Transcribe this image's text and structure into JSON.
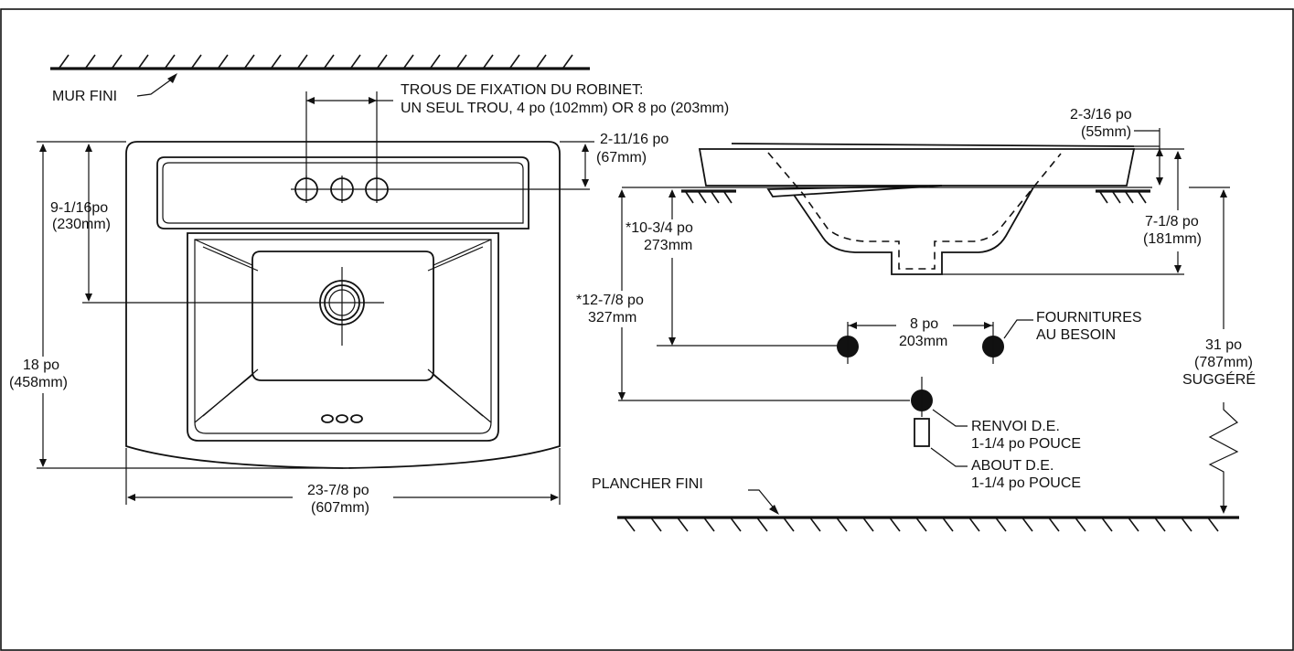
{
  "labels": {
    "wall": "MUR FINI",
    "faucet_title": "TROUS DE FIXATION DU ROBINET:",
    "faucet_detail": "UN SEUL TROU, 4 po (102mm) OR 8 po (203mm)",
    "dim_2_11_16_a": "2-11/16 po",
    "dim_2_11_16_b": "(67mm)",
    "dim_9_1_16_a": "9-1/16po",
    "dim_9_1_16_b": "(230mm)",
    "dim_18_a": "18 po",
    "dim_18_b": "(458mm)",
    "dim_23_7_8_a": "23-7/8 po",
    "dim_23_7_8_b": "(607mm)",
    "dim_2_3_16_a": "2-3/16 po",
    "dim_2_3_16_b": "(55mm)",
    "dim_7_1_8_a": "7-1/8 po",
    "dim_7_1_8_b": "(181mm)",
    "dim_10_3_4_a": "*10-3/4 po",
    "dim_10_3_4_b": "273mm",
    "dim_12_7_8_a": "*12-7/8 po",
    "dim_12_7_8_b": "327mm",
    "dim_8_a": "8 po",
    "dim_8_b": "203mm",
    "supplies_a": "FOURNITURES",
    "supplies_b": "AU BESOIN",
    "dim_31_a": "31 po",
    "dim_31_b": "(787mm)",
    "dim_31_c": "SUGGÉRÉ",
    "drain_a": "RENVOI D.E.",
    "drain_b": "1-1/4 po POUCE",
    "tail_a": "ABOUT D.E.",
    "tail_b": "1-1/4 po POUCE",
    "floor": "PLANCHER FINI"
  }
}
